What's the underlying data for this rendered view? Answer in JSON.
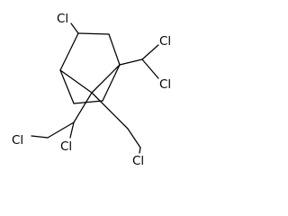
{
  "molecule": {
    "atoms": {
      "cl_top": "Cl",
      "cl_chcl2_upper": "Cl",
      "cl_chcl2_lower": "Cl",
      "cl_left_ch2": "Cl",
      "cl_c7": "Cl",
      "cl_right_ch2": "Cl"
    }
  }
}
